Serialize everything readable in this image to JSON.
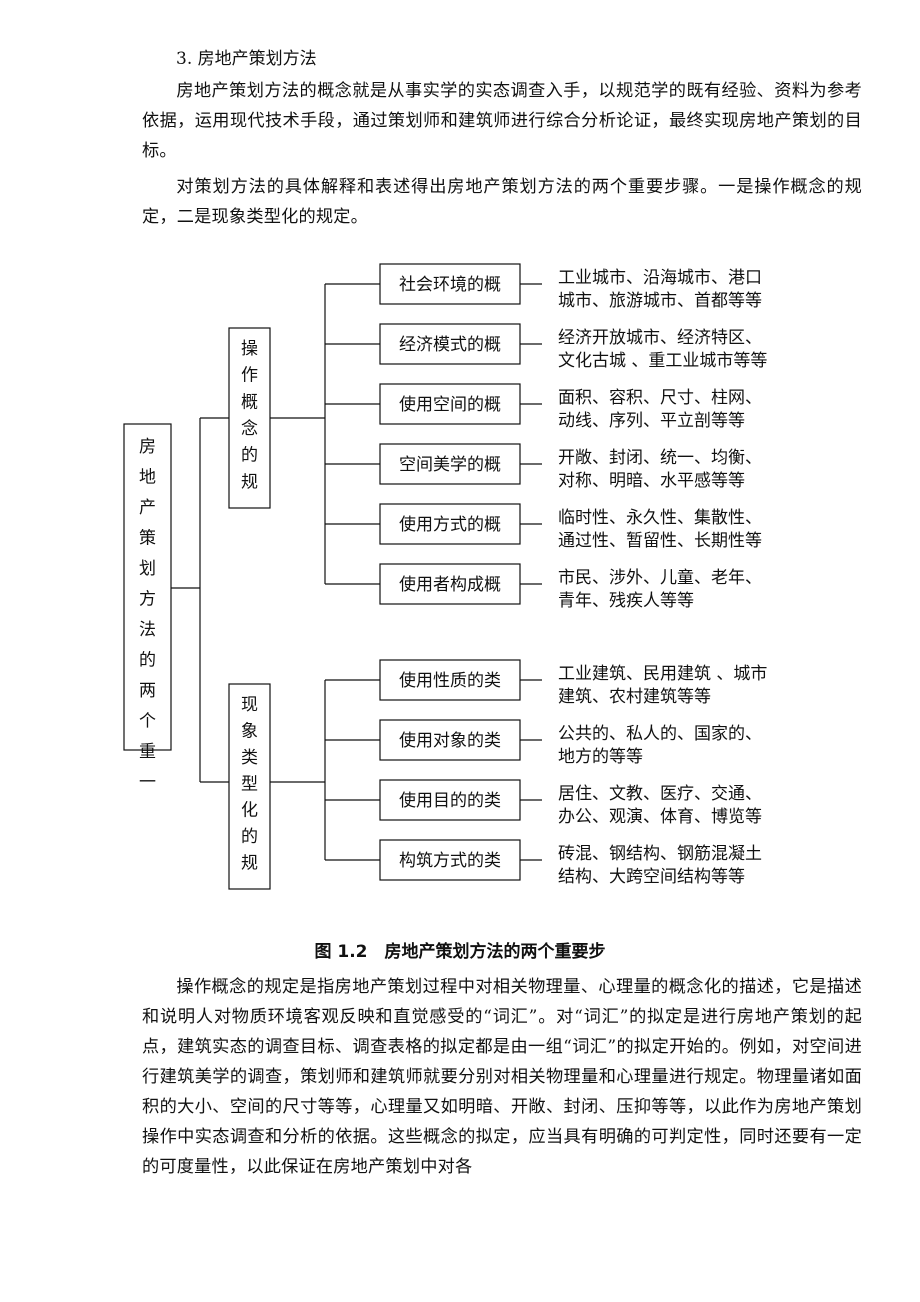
{
  "section_heading": "3. 房地产策划方法",
  "paragraphs": [
    "房地产策划方法的概念就是从事实学的实态调查入手，以规范学的既有经验、资料为参考依据，运用现代技术手段，通过策划师和建筑师进行综合分析论证，最终实现房地产策划的目标。",
    "对策划方法的具体解释和表述得出房地产策划方法的两个重要步骤。一是操作概念的规定，二是现象类型化的规定。",
    "操作概念的规定是指房地产策划过程中对相关物理量、心理量的概念化的描述，它是描述和说明人对物质环境客观反映和直觉感受的“词汇”。对“词汇”的拟定是进行房地产策划的起点，建筑实态的调查目标、调查表格的拟定都是由一组“词汇”的拟定开始的。例如，对空间进行建筑美学的调查，策划师和建筑师就要分别对相关物理量和心理量进行规定。物理量诸如面积的大小、空间的尺寸等等，心理量又如明暗、开敞、封闭、压抑等等，以此作为房地产策划操作中实态调查和分析的依据。这些概念的拟定，应当具有明确的可判定性，同时还要有一定的可度量性，以此保证在房地产策划中对各"
  ],
  "diagram": {
    "root": "房地产策划方法的两个重一",
    "branches": [
      {
        "label": "操作概念的规",
        "items": [
          {
            "label": "社会环境的概",
            "examples": [
              "工业城市、沿海城市、港口",
              "城市、旅游城市、首都等等"
            ]
          },
          {
            "label": "经济模式的概",
            "examples": [
              "经济开放城市、经济特区、",
              "文化古城 、重工业城市等等"
            ]
          },
          {
            "label": "使用空间的概",
            "examples": [
              "面积、容积、尺寸、柱网、",
              "动线、序列、平立剖等等"
            ]
          },
          {
            "label": "空间美学的概",
            "examples": [
              "开敞、封闭、统一、均衡、",
              "对称、明暗、水平感等等"
            ]
          },
          {
            "label": "使用方式的概",
            "examples": [
              "临时性、永久性、集散性、",
              "通过性、暂留性、长期性等"
            ]
          },
          {
            "label": "使用者构成概",
            "examples": [
              "市民、涉外、儿童、老年、",
              "青年、残疾人等等"
            ]
          }
        ]
      },
      {
        "label": "现象类型化的规",
        "items": [
          {
            "label": "使用性质的类",
            "examples": [
              "工业建筑、民用建筑 、城市",
              "建筑、农村建筑等等"
            ]
          },
          {
            "label": "使用对象的类",
            "examples": [
              "公共的、私人的、国家的、",
              "地方的等等"
            ]
          },
          {
            "label": "使用目的的类",
            "examples": [
              "居住、文教、医疗、交通、",
              "办公、观演、体育、博览等"
            ]
          },
          {
            "label": "构筑方式的类",
            "examples": [
              "砖混、钢结构、钢筋混凝土",
              "结构、大跨空间结构等等"
            ]
          }
        ]
      }
    ]
  },
  "caption": "图 1.2　房地产策划方法的两个重要步"
}
